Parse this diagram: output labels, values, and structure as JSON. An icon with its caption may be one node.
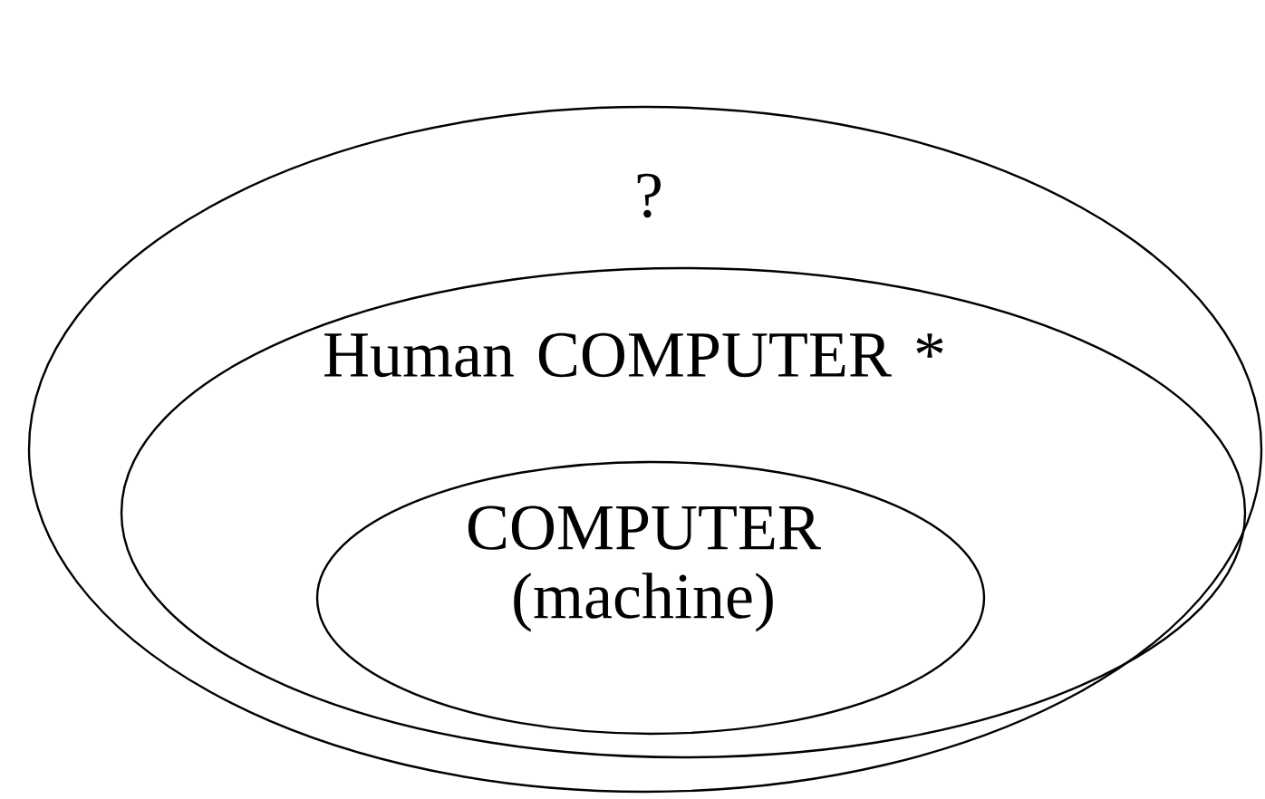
{
  "diagram": {
    "nodes": [
      {
        "text": [
          "?"
        ]
      },
      {
        "text": [
          "Human COMPUTER *"
        ],
        "in": 0
      },
      {
        "text": [
          "COMPUTER (machine)"
        ],
        "in": 1
      }
    ]
  }
}
